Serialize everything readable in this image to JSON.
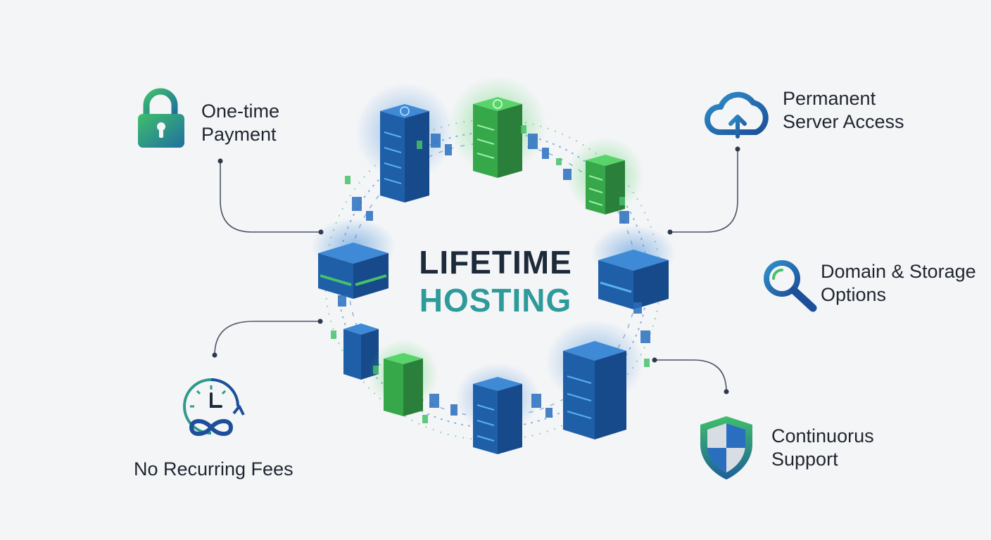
{
  "center": {
    "line1": "LIFETIME",
    "line2": "HOSTING"
  },
  "features": {
    "one_time_payment": {
      "line1": "One-time",
      "line2": "Payment",
      "icon": "padlock-icon"
    },
    "permanent_server_access": {
      "line1": "Permanent",
      "line2": "Server Access",
      "icon": "cloud-upload-icon"
    },
    "domain_storage": {
      "line1": "Domain & Storage",
      "line2": "Options",
      "icon": "magnifier-icon"
    },
    "no_recurring_fees": {
      "line1": "No Recurring Fees",
      "icon": "clock-infinity-icon"
    },
    "continuous_support": {
      "line1": "Continuorus",
      "line2": "Support",
      "icon": "shield-icon"
    }
  },
  "colors": {
    "blue": "#1f5fa8",
    "blue_light": "#3e8ad6",
    "green": "#3fbf5a",
    "teal": "#2e9a9a",
    "line": "#4a5566"
  }
}
